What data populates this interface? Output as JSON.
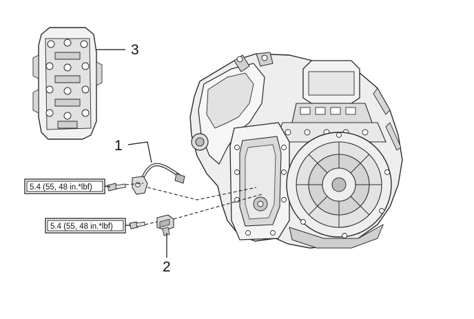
{
  "callouts": {
    "part_1": "1",
    "part_2": "2",
    "part_3": "3"
  },
  "torque_specs": {
    "upper": "5.4 (55, 48 in.*lbf)",
    "lower": "5.4 (55, 48 in.*lbf)"
  },
  "colors": {
    "line": "#2a2a2a",
    "shade_light": "#f0f0f0",
    "shade_mid": "#d6d6d6",
    "shade_dark": "#9a9a9a",
    "background": "#ffffff"
  },
  "icons": {
    "part_3": "valve-body-icon",
    "part_1": "speed-sensor-harness-icon",
    "part_2": "speed-sensor-icon",
    "bolts": "bolt-icon",
    "assembly": "transaxle-assembly-icon"
  }
}
